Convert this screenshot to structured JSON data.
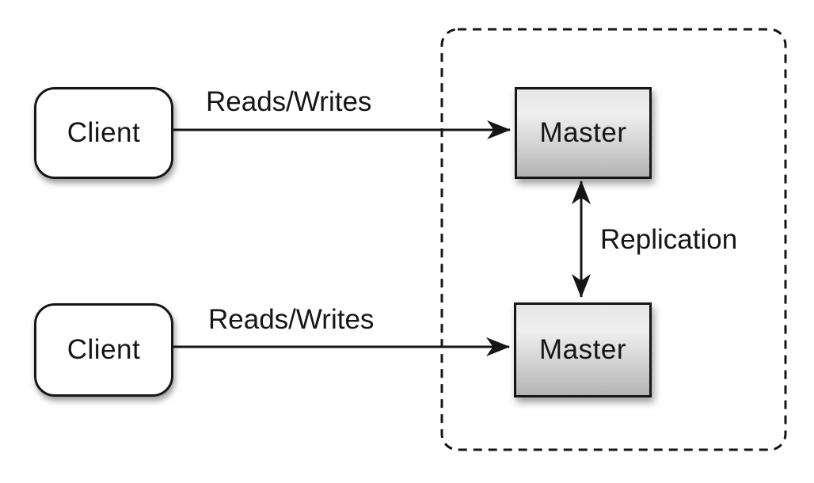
{
  "diagram": {
    "nodes": {
      "clients": [
        {
          "label": "Client"
        },
        {
          "label": "Client"
        }
      ],
      "masters": [
        {
          "label": "Master"
        },
        {
          "label": "Master"
        }
      ]
    },
    "edges": [
      {
        "label": "Reads/Writes",
        "from": "client-top",
        "to": "master-top",
        "bidirectional": false
      },
      {
        "label": "Reads/Writes",
        "from": "client-bottom",
        "to": "master-bottom",
        "bidirectional": false
      },
      {
        "label": "Replication",
        "from": "master-top",
        "to": "master-bottom",
        "bidirectional": true
      }
    ],
    "group": {
      "style": "dashed-rounded-rectangle",
      "contains": [
        "master-top",
        "master-bottom"
      ]
    },
    "colors": {
      "background": "#ffffff",
      "line": "#161616",
      "node_border": "#161616",
      "client_fill": "#ffffff",
      "master_fill_top": "#efefef",
      "master_fill_bottom": "#b4b4b4",
      "text": "#161616"
    }
  }
}
